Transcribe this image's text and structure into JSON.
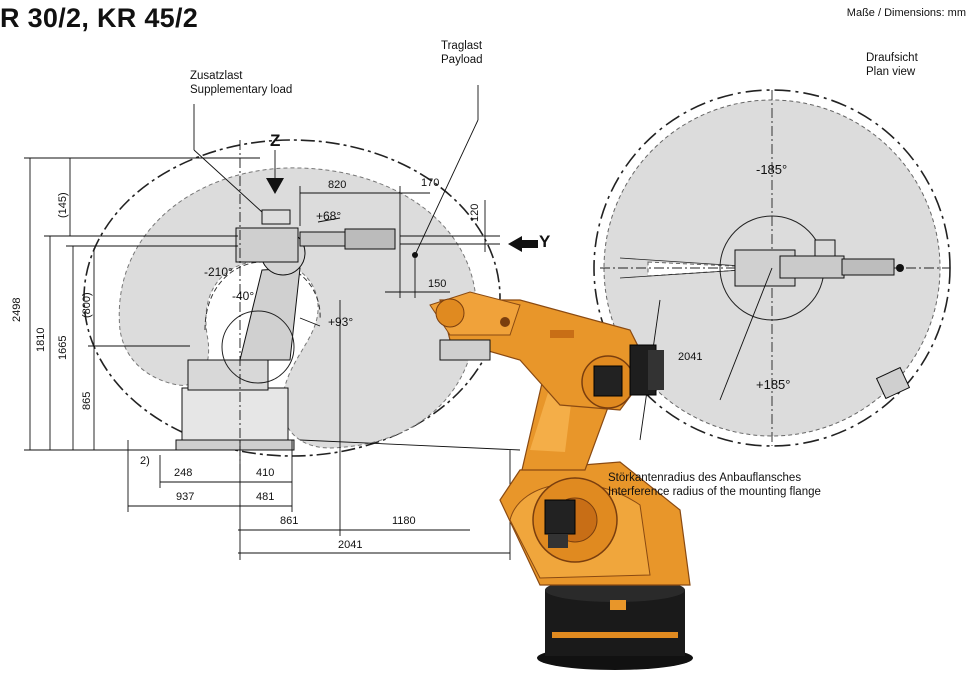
{
  "title": "R 30/2, KR 45/2",
  "units": "Maße / Dimensions: mm",
  "labels": {
    "payload_de": "Traglast",
    "payload_en": "Payload",
    "supp_de": "Zusatzlast",
    "supp_en": "Supplementary load",
    "plan_de": "Draufsicht",
    "plan_en": "Plan view",
    "interf_de": "Störkantenradius des Anbauflansches",
    "interf_en": "Interference radius of the mounting flange"
  },
  "axes": {
    "z": "Z",
    "y": "Y"
  },
  "angles": {
    "a_plus68": "+68°",
    "a_minus210": "-210°",
    "a_minus40": "-40°",
    "a_plus93": "+93°",
    "a_minus185": "-185°",
    "a_plus185": "+185°"
  },
  "dims": {
    "d820": "820",
    "d170": "170",
    "d120": "120",
    "d150": "150",
    "d145": "(145)",
    "d800": "(800)",
    "d2498": "2498",
    "d1810": "1810",
    "d1665": "1665",
    "d865": "865",
    "d248": "248",
    "d410": "410",
    "d937": "937",
    "d481": "481",
    "d861": "861",
    "d1180": "1180",
    "d2041": "2041",
    "d2041_plan": "2041",
    "note2": "2)"
  },
  "colors": {
    "robot_orange": "#e8962a",
    "robot_dark": "#b0601a",
    "workspace_fill": "#dcdcdc",
    "base_black": "#1a1a1a"
  }
}
